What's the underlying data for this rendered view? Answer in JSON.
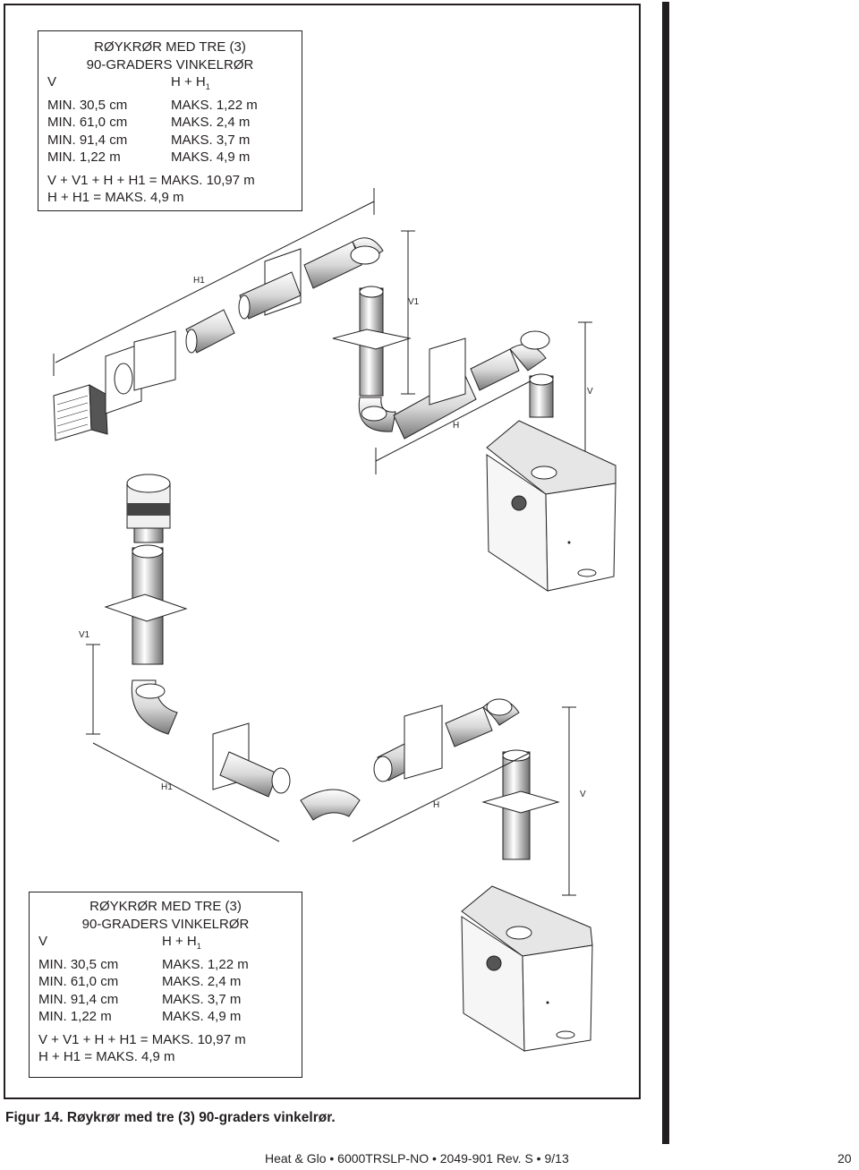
{
  "spec_top": {
    "title_line1": "RØYKRØR MED TRE (3)",
    "title_line2": "90-GRADERS VINKELRØR",
    "col_v": "V",
    "col_h": "H + H",
    "col_h_sub": "1",
    "rows": [
      {
        "v": "MIN. 30,5 cm",
        "h": "MAKS.  1,22 m"
      },
      {
        "v": "MIN. 61,0 cm",
        "h": "MAKS.  2,4 m"
      },
      {
        "v": "MIN. 91,4 cm",
        "h": "MAKS.  3,7 m"
      },
      {
        "v": "MIN. 1,22 m",
        "h": "MAKS.  4,9 m"
      }
    ],
    "sum_line": "V + V1 + H + H1  = MAKS. 10,97 m",
    "h_line": "H + H1 = MAKS. 4,9 m"
  },
  "spec_bottom": {
    "title_line1": "RØYKRØR MED TRE (3)",
    "title_line2": "90-GRADERS VINKELRØR",
    "col_v": "V",
    "col_h": "H + H",
    "col_h_sub": "1",
    "rows": [
      {
        "v": "MIN. 30,5 cm",
        "h": "MAKS.  1,22 m"
      },
      {
        "v": "MIN. 61,0 cm",
        "h": "MAKS.  2,4 m"
      },
      {
        "v": "MIN. 91,4 cm",
        "h": "MAKS.  3,7 m"
      },
      {
        "v": "MIN. 1,22 m",
        "h": "MAKS.  4,9 m"
      }
    ],
    "sum_line": "V + V1 + H + H1  = MAKS. 10,97 m",
    "h_line": "H + H1 = MAKS. 4,9 m"
  },
  "diagram_labels": {
    "h1": "H1",
    "v1": "V1",
    "v": "V",
    "h": "H"
  },
  "caption": "Figur 14.  Røykrør med tre (3) 90-graders vinkelrør.",
  "footer": "Heat & Glo  •  6000TRSLP-NO  •  2049-901  Rev. S  •  9/13",
  "page_number": "20"
}
